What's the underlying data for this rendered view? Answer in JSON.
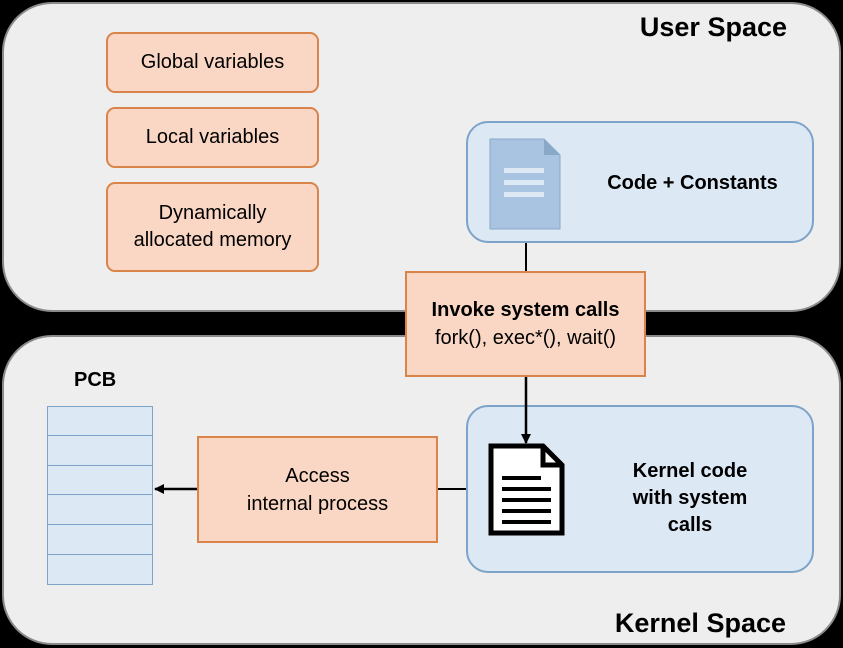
{
  "regions": {
    "user_space": "User Space",
    "kernel_space": "Kernel Space"
  },
  "user_memory": {
    "global": "Global variables",
    "local": "Local variables",
    "dynamic_line1": "Dynamically",
    "dynamic_line2": "allocated memory"
  },
  "code_block": {
    "label": "Code + Constants",
    "icon": "document-icon"
  },
  "syscall_box": {
    "title": "Invoke system calls",
    "calls": "fork(), exec*(), wait()"
  },
  "kernel_code": {
    "line1": "Kernel code",
    "line2": "with system",
    "line3": "calls",
    "icon": "document-icon"
  },
  "access_box": {
    "line1": "Access",
    "line2": "internal process"
  },
  "pcb": {
    "label": "PCB",
    "rows": 6
  },
  "colors": {
    "region_fill": "#eeeeee",
    "orange_fill": "#fad7c4",
    "orange_border": "#d9844a",
    "blue_fill": "#dde8f5",
    "blue_border": "#7ea3c9"
  }
}
